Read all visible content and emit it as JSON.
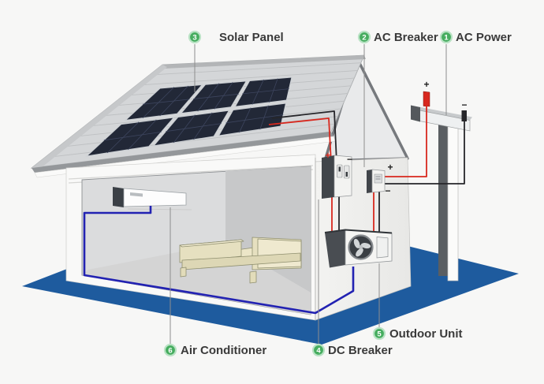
{
  "labels": [
    {
      "num": "1",
      "text": "AC Power"
    },
    {
      "num": "2",
      "text": "AC Breaker"
    },
    {
      "num": "3",
      "text": "Solar Panel"
    },
    {
      "num": "4",
      "text": "DC Breaker"
    },
    {
      "num": "5",
      "text": "Outdoor Unit"
    },
    {
      "num": "6",
      "text": "Air Conditioner"
    }
  ],
  "marks": {
    "plus": "+",
    "minus": "−"
  },
  "colors": {
    "platform_blue": "#1e5b9e",
    "label_green": "#46ad5f",
    "wire_red": "#d8281e",
    "wire_black": "#26262a",
    "wire_blue": "#2222b2",
    "panel_navy": "#222837"
  }
}
